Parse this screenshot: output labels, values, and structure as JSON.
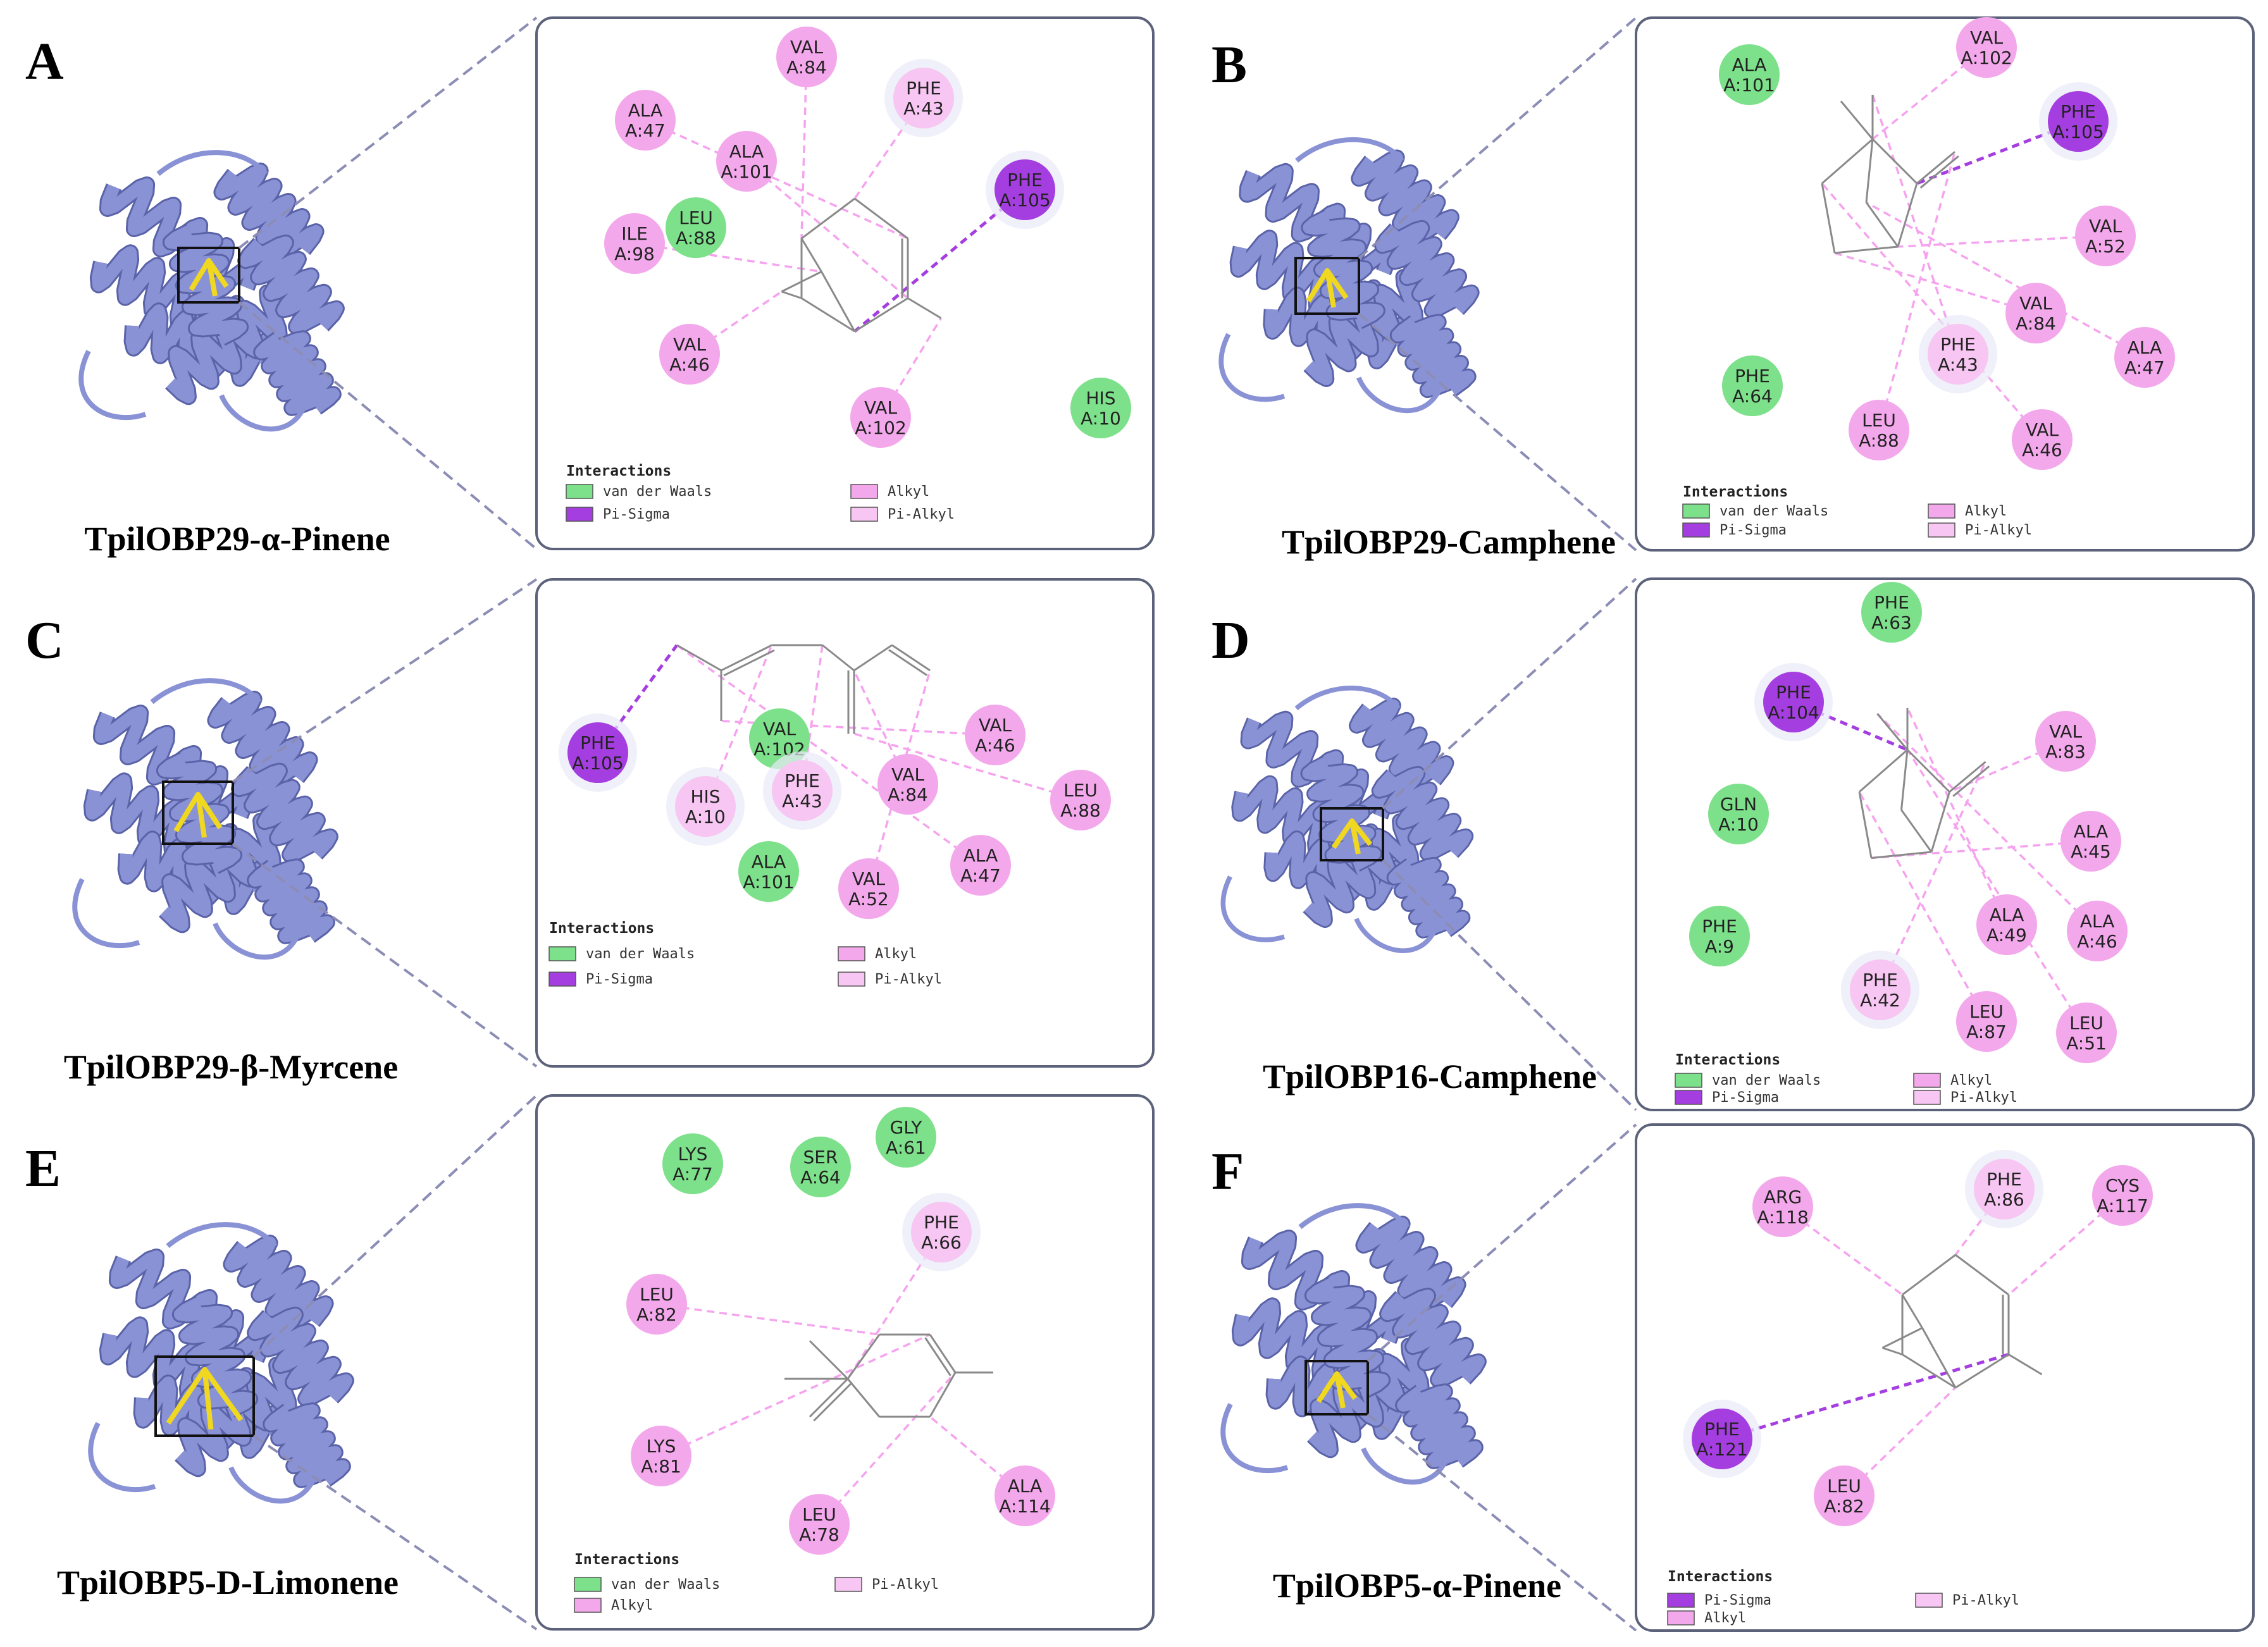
{
  "colors": {
    "protein": "#8a92d6",
    "protein_dark": "#5a62a8",
    "ligand": "#f0d820",
    "vdw": "#7de08a",
    "pisigma": "#a53ee0",
    "alkyl": "#f4a8ec",
    "pialkyl": "#f7c6f2",
    "line_pink": "#f6a3ef",
    "line_purple": "#a53ee0",
    "box_border": "#5c627a",
    "dash_connector": "#8c8db5"
  },
  "legend_labels": {
    "title": "Interactions",
    "vdw": "van der Waals",
    "pisigma": "Pi-Sigma",
    "alkyl": "Alkyl",
    "pialkyl": "Pi-Alkyl"
  },
  "panels": [
    {
      "letter": "A",
      "caption": "TpilOBP29-α-Pinene",
      "legend": [
        "vdw",
        "alkyl",
        "pisigma",
        "pialkyl"
      ],
      "residues": [
        {
          "name": "VAL",
          "num": "A:84",
          "type": "alkyl"
        },
        {
          "name": "PHE",
          "num": "A:43",
          "type": "pialkyl"
        },
        {
          "name": "ALA",
          "num": "A:47",
          "type": "alkyl"
        },
        {
          "name": "ALA",
          "num": "A:101",
          "type": "alkyl"
        },
        {
          "name": "PHE",
          "num": "A:105",
          "type": "pisigma"
        },
        {
          "name": "LEU",
          "num": "A:88",
          "type": "vdw"
        },
        {
          "name": "ILE",
          "num": "A:98",
          "type": "alkyl"
        },
        {
          "name": "VAL",
          "num": "A:46",
          "type": "alkyl"
        },
        {
          "name": "VAL",
          "num": "A:102",
          "type": "alkyl"
        },
        {
          "name": "HIS",
          "num": "A:10",
          "type": "vdw"
        }
      ]
    },
    {
      "letter": "B",
      "caption": "TpilOBP29-Camphene",
      "legend": [
        "vdw",
        "alkyl",
        "pisigma",
        "pialkyl"
      ],
      "residues": [
        {
          "name": "ALA",
          "num": "A:101",
          "type": "vdw"
        },
        {
          "name": "VAL",
          "num": "A:102",
          "type": "alkyl"
        },
        {
          "name": "PHE",
          "num": "A:105",
          "type": "pisigma"
        },
        {
          "name": "VAL",
          "num": "A:52",
          "type": "alkyl"
        },
        {
          "name": "VAL",
          "num": "A:84",
          "type": "alkyl"
        },
        {
          "name": "ALA",
          "num": "A:47",
          "type": "alkyl"
        },
        {
          "name": "PHE",
          "num": "A:43",
          "type": "pialkyl"
        },
        {
          "name": "PHE",
          "num": "A:64",
          "type": "vdw"
        },
        {
          "name": "LEU",
          "num": "A:88",
          "type": "alkyl"
        },
        {
          "name": "VAL",
          "num": "A:46",
          "type": "alkyl"
        }
      ]
    },
    {
      "letter": "C",
      "caption": "TpilOBP29-β-Myrcene",
      "legend": [
        "vdw",
        "alkyl",
        "pisigma",
        "pialkyl"
      ],
      "residues": [
        {
          "name": "PHE",
          "num": "A:105",
          "type": "pisigma"
        },
        {
          "name": "VAL",
          "num": "A:102",
          "type": "vdw"
        },
        {
          "name": "VAL",
          "num": "A:46",
          "type": "alkyl"
        },
        {
          "name": "HIS",
          "num": "A:10",
          "type": "pialkyl"
        },
        {
          "name": "PHE",
          "num": "A:43",
          "type": "pialkyl"
        },
        {
          "name": "VAL",
          "num": "A:84",
          "type": "alkyl"
        },
        {
          "name": "LEU",
          "num": "A:88",
          "type": "alkyl"
        },
        {
          "name": "ALA",
          "num": "A:101",
          "type": "vdw"
        },
        {
          "name": "VAL",
          "num": "A:52",
          "type": "alkyl"
        },
        {
          "name": "ALA",
          "num": "A:47",
          "type": "alkyl"
        }
      ]
    },
    {
      "letter": "D",
      "caption": "TpilOBP16-Camphene",
      "legend": [
        "vdw",
        "alkyl",
        "pisigma",
        "pialkyl"
      ],
      "residues": [
        {
          "name": "PHE",
          "num": "A:63",
          "type": "vdw"
        },
        {
          "name": "PHE",
          "num": "A:104",
          "type": "pisigma"
        },
        {
          "name": "VAL",
          "num": "A:83",
          "type": "alkyl"
        },
        {
          "name": "GLN",
          "num": "A:10",
          "type": "vdw"
        },
        {
          "name": "ALA",
          "num": "A:45",
          "type": "alkyl"
        },
        {
          "name": "PHE",
          "num": "A:9",
          "type": "vdw"
        },
        {
          "name": "ALA",
          "num": "A:49",
          "type": "alkyl"
        },
        {
          "name": "ALA",
          "num": "A:46",
          "type": "alkyl"
        },
        {
          "name": "PHE",
          "num": "A:42",
          "type": "pialkyl"
        },
        {
          "name": "LEU",
          "num": "A:87",
          "type": "alkyl"
        },
        {
          "name": "LEU",
          "num": "A:51",
          "type": "alkyl"
        }
      ]
    },
    {
      "letter": "E",
      "caption": "TpilOBP5-D-Limonene",
      "legend": [
        "vdw",
        "pialkyl",
        "alkyl"
      ],
      "residues": [
        {
          "name": "LYS",
          "num": "A:77",
          "type": "vdw"
        },
        {
          "name": "SER",
          "num": "A:64",
          "type": "vdw"
        },
        {
          "name": "GLY",
          "num": "A:61",
          "type": "vdw"
        },
        {
          "name": "PHE",
          "num": "A:66",
          "type": "pialkyl"
        },
        {
          "name": "LEU",
          "num": "A:82",
          "type": "alkyl"
        },
        {
          "name": "LYS",
          "num": "A:81",
          "type": "alkyl"
        },
        {
          "name": "LEU",
          "num": "A:78",
          "type": "alkyl"
        },
        {
          "name": "ALA",
          "num": "A:114",
          "type": "alkyl"
        }
      ]
    },
    {
      "letter": "F",
      "caption": "TpilOBP5-α-Pinene",
      "legend": [
        "pisigma",
        "pialkyl",
        "alkyl"
      ],
      "residues": [
        {
          "name": "ARG",
          "num": "A:118",
          "type": "alkyl"
        },
        {
          "name": "PHE",
          "num": "A:86",
          "type": "pialkyl"
        },
        {
          "name": "CYS",
          "num": "A:117",
          "type": "alkyl"
        },
        {
          "name": "PHE",
          "num": "A:121",
          "type": "pisigma"
        },
        {
          "name": "LEU",
          "num": "A:82",
          "type": "alkyl"
        }
      ]
    }
  ]
}
